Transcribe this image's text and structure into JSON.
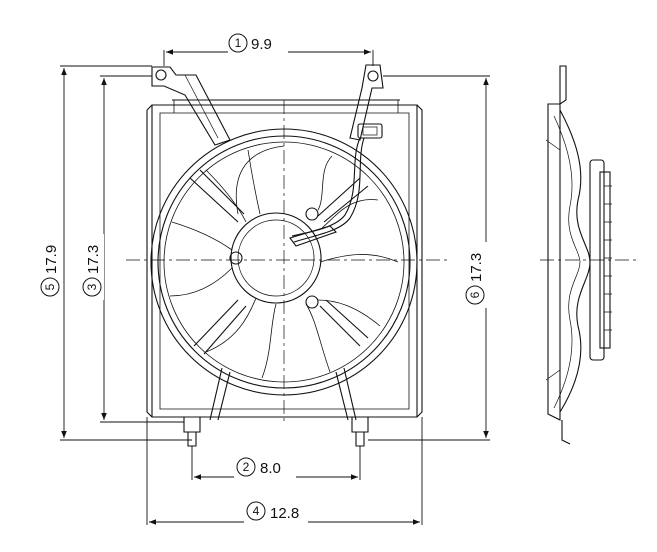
{
  "dimensions": [
    {
      "id": "1",
      "value": "9.9"
    },
    {
      "id": "2",
      "value": "8.0"
    },
    {
      "id": "3",
      "value": "17.3"
    },
    {
      "id": "4",
      "value": "12.8"
    },
    {
      "id": "5",
      "value": "17.9"
    },
    {
      "id": "6",
      "value": "17.3"
    }
  ]
}
